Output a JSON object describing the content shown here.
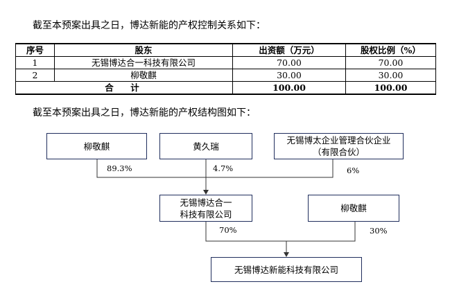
{
  "intro_text": "截至本预案出具之日，博达新能的产权控制关系如下：",
  "table": {
    "headers": [
      "序号",
      "股东",
      "出资额（万元）",
      "股权比例（%）"
    ],
    "rows": [
      {
        "no": "1",
        "holder": "无锡博达合一科技有限公司",
        "amount": "70.00",
        "ratio": "70.00"
      },
      {
        "no": "2",
        "holder": "柳敬麒",
        "amount": "30.00",
        "ratio": "30.00"
      }
    ],
    "total": {
      "label": "合　计",
      "amount": "100.00",
      "ratio": "100.00"
    }
  },
  "structure_text": "截至本预案出具之日，博达新能的产权结构图如下：",
  "chart": {
    "top_nodes": {
      "liu": "柳敬麒",
      "huang": "黄久瑞",
      "wuxi_bt_line1": "无锡博太企业管理合伙企业",
      "wuxi_bt_line2": "（有限合伙）"
    },
    "top_pcts": {
      "liu": "89.3%",
      "huang": "4.7%",
      "wuxi_bt": "6%"
    },
    "mid_nodes": {
      "heyi_line1": "无锡博达合一",
      "heyi_line2": "科技有限公司",
      "liu2": "柳敬麒"
    },
    "mid_pcts": {
      "heyi": "70%",
      "liu2": "30%"
    },
    "target": "无锡博达新能科技有限公司"
  }
}
